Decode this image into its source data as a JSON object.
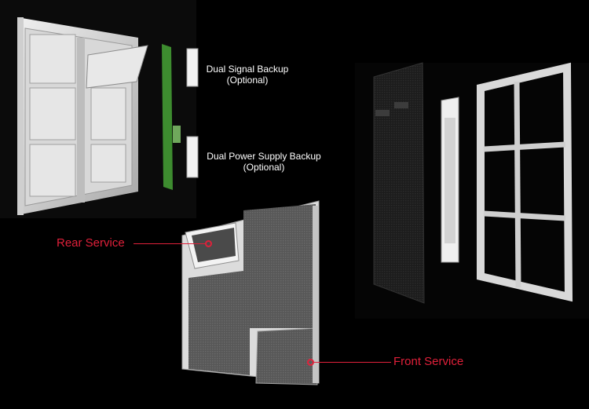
{
  "labels": {
    "signal_backup_line1": "Dual Signal Backup",
    "signal_backup_line2": "(Optional)",
    "power_backup_line1": "Dual Power Supply Backup",
    "power_backup_line2": "(Optional)"
  },
  "callouts": {
    "rear_service": "Rear Service",
    "front_service": "Front Service"
  },
  "colors": {
    "background": "#000000",
    "callout_red": "#e0203a",
    "panel_gray": "#5f5f5f",
    "frame_silver": "#c9c9c9"
  }
}
